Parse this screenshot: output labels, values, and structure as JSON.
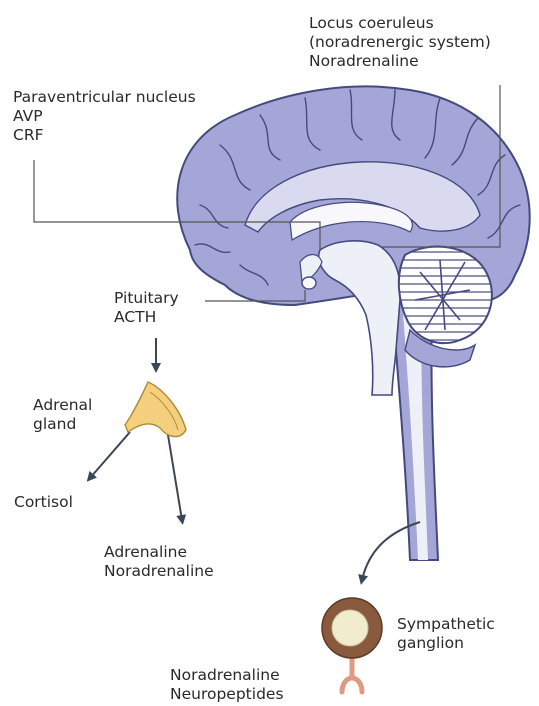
{
  "labels": {
    "locus": [
      "Locus coeruleus",
      "(noradrenergic system)",
      "Noradrenaline"
    ],
    "pvn": [
      "Paraventricular nucleus",
      "AVP",
      "CRF"
    ],
    "pituitary": [
      "Pituitary",
      "ACTH"
    ],
    "adrenal": [
      "Adrenal",
      "gland"
    ],
    "cortisol": "Cortisol",
    "adrenal_out": [
      "Adrenaline",
      "Noradrenaline"
    ],
    "ganglion": [
      "Sympathetic",
      "ganglion"
    ],
    "ganglion_out": [
      "Noradrenaline",
      "Neuropeptides"
    ]
  },
  "colors": {
    "brain_fill": "#a4a6d8",
    "brain_inner": "#d9daef",
    "brainstem": "#eef0f7",
    "outline": "#454a7e",
    "gland": "#f3cf7e",
    "ganglion_outer": "#8a5a3e",
    "ganglion_inner": "#f0eccd",
    "axon": "#e09a82",
    "arrow": "#3b4656",
    "leader": "#555555"
  }
}
